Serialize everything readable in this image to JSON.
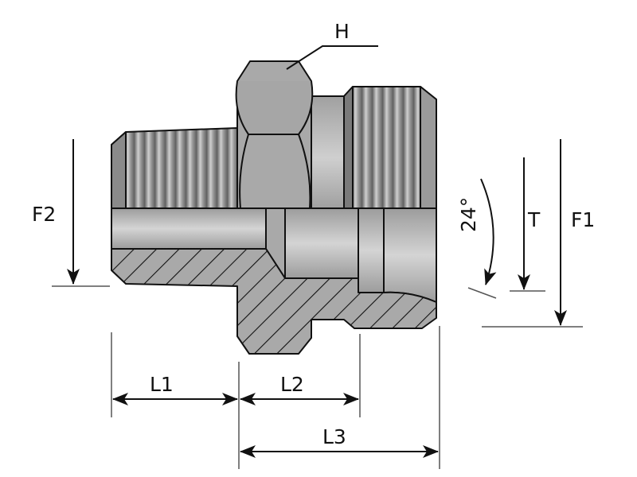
{
  "title": "Straight male adapter fitting – dimension drawing",
  "labels": {
    "hex": "H",
    "f2": "F2",
    "f1": "F1",
    "t": "T",
    "angle": "24°",
    "l1": "L1",
    "l2": "L2",
    "l3": "L3"
  },
  "colors": {
    "body": "#a9a9a9",
    "outline": "#111111",
    "thread_dark": "#6e6e6e",
    "thread_light": "#d2d2d2"
  }
}
